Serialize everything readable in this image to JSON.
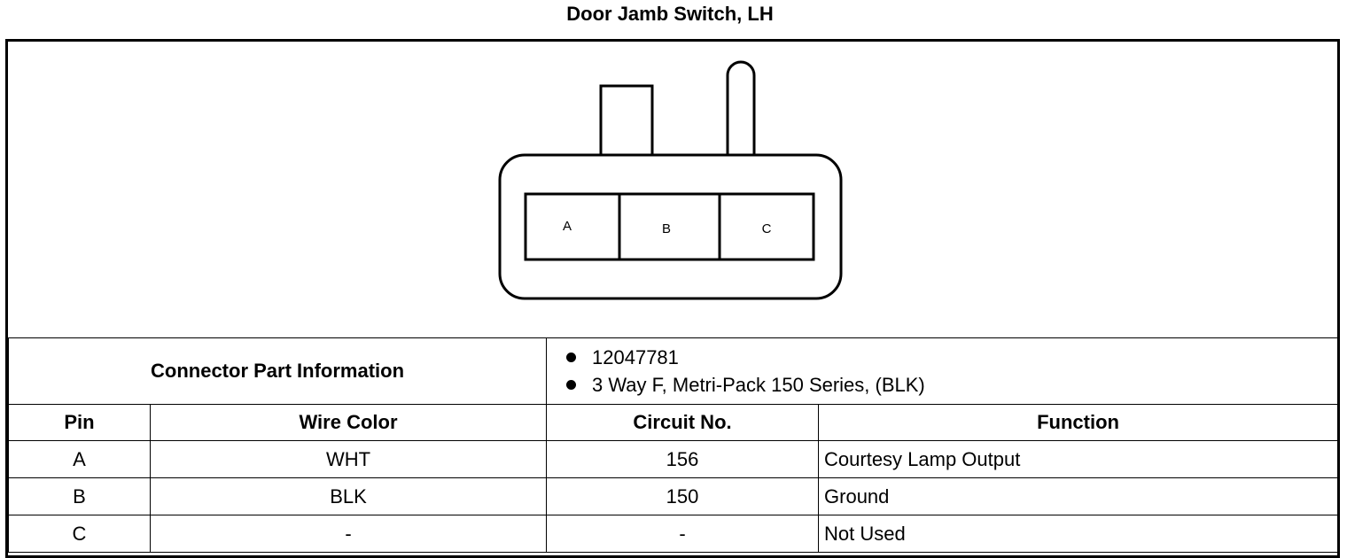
{
  "title": "Door Jamb Switch, LH",
  "connector": {
    "cavities": [
      "A",
      "B",
      "C"
    ]
  },
  "part_info": {
    "label": "Connector Part Information",
    "items": [
      "12047781",
      "3 Way F, Metri-Pack 150 Series, (BLK)"
    ]
  },
  "table": {
    "headers": {
      "pin": "Pin",
      "wire_color": "Wire Color",
      "circuit": "Circuit No.",
      "function": "Function"
    },
    "rows": [
      {
        "pin": "A",
        "wire_color": "WHT",
        "circuit": "156",
        "function": "Courtesy Lamp Output"
      },
      {
        "pin": "B",
        "wire_color": "BLK",
        "circuit": "150",
        "function": "Ground"
      },
      {
        "pin": "C",
        "wire_color": "-",
        "circuit": "-",
        "function": "Not Used"
      }
    ]
  }
}
